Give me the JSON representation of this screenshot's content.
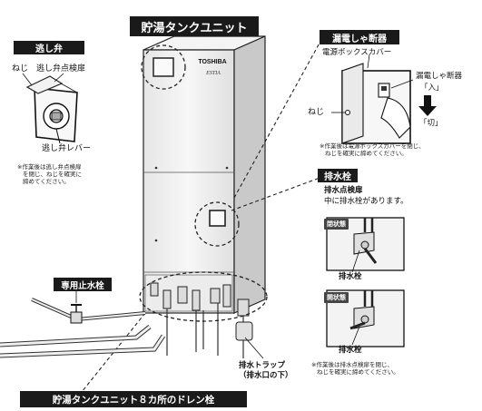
{
  "title": "貯湯タンクユニット",
  "relief_valve": {
    "heading": "逃し弁",
    "screw": "ねじ",
    "door": "逃し弁点検扉",
    "lever": "逃し弁レバー",
    "note": [
      "※作業後は逃し弁点検扉",
      "を閉じ、ねじを確実に",
      "締めてください。"
    ]
  },
  "breaker": {
    "heading": "漏電しゃ断器",
    "cover": "電源ボックスカバー",
    "breaker_label": "漏電しゃ断器",
    "on": "「入」",
    "off": "「切」",
    "screw": "ねじ",
    "note": [
      "※作業後は電源ボックスカバーを閉じ、",
      "ねじを確実に締めてください。"
    ]
  },
  "drain": {
    "heading": "排水栓",
    "door": "排水点検扉",
    "desc": "中に排水栓があります。",
    "closed": "閉状態",
    "open": "開状態",
    "plug": "排水栓",
    "note": [
      "※作業後は排水点検扉を閉じ、",
      "ねじを確実に締めてください。"
    ]
  },
  "stop_valve": "専用止水栓",
  "trap": [
    "排水トラップ",
    "（排水口の下）"
  ],
  "bottom": "貯湯タンクユニット８カ所のドレン栓",
  "brand": "TOSHIBA",
  "model": "ESTIA",
  "colors": {
    "label_bg": "#1a1a1a",
    "unit_front": "#f2f2f2",
    "unit_side": "#c8c8c8"
  }
}
